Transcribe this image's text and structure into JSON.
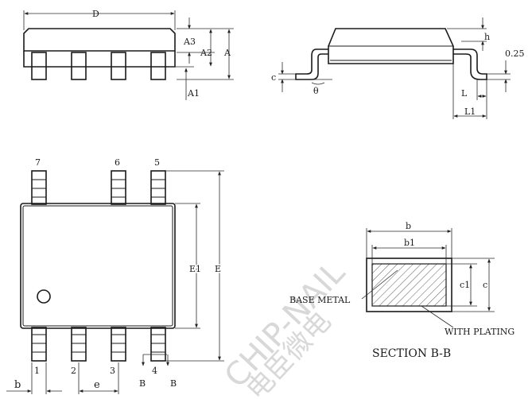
{
  "side_view": {
    "label_D": "D",
    "label_A3": "A3",
    "label_A2": "A2",
    "label_A": "A",
    "label_A1": "A1"
  },
  "end_view": {
    "label_h": "h",
    "label_025": "0.25",
    "label_c": "c",
    "label_theta": "θ",
    "label_L": "L",
    "label_L1": "L1"
  },
  "top_view": {
    "pins_top": [
      "7",
      "6",
      "5"
    ],
    "pins_bottom": [
      "1",
      "2",
      "3",
      "4"
    ],
    "label_E1": "E1",
    "label_E": "E",
    "label_b": "b",
    "label_e": "e",
    "section_mark_left": "B",
    "section_mark_right": "B"
  },
  "section": {
    "label_b": "b",
    "label_b1": "b1",
    "label_c1": "c1",
    "label_c": "c",
    "base_metal": "BASE METAL",
    "with_plating": "WITH PLATING",
    "title": "SECTION B-B"
  },
  "watermark": {
    "text": "CHIP-NAIL",
    "text_cn": "电臣微电"
  }
}
